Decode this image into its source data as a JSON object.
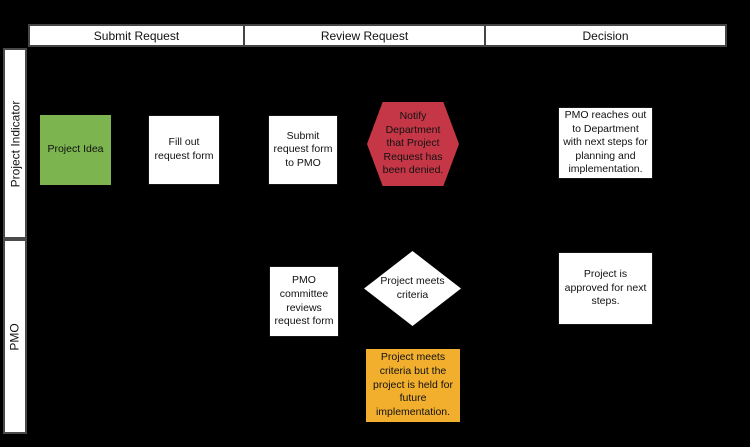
{
  "diagram": {
    "background": "#000000",
    "columns": [
      {
        "label": "Submit Request"
      },
      {
        "label": "Review Request"
      },
      {
        "label": "Decision"
      }
    ],
    "lanes": [
      {
        "label": "Project Indicator"
      },
      {
        "label": "PMO"
      }
    ],
    "nodes": {
      "project_idea": {
        "label": "Project Idea",
        "shape": "rectangle",
        "fill": "#7CB44F",
        "lane": "Project Indicator",
        "column": "Submit Request"
      },
      "fill_out_form": {
        "label": "Fill out request form",
        "shape": "rectangle",
        "fill": "#FFFFFF",
        "lane": "Project Indicator",
        "column": "Submit Request"
      },
      "submit_form": {
        "label": "Submit request form to PMO",
        "shape": "rectangle",
        "fill": "#FFFFFF",
        "lane": "Project Indicator",
        "column": "Review Request"
      },
      "notify_denied": {
        "label": "Notify Department that Project Request has been denied.",
        "shape": "hexagon",
        "fill": "#C53747",
        "lane": "Project Indicator",
        "column": "Review Request"
      },
      "pmo_reaches_out": {
        "label": "PMO reaches out to Department with next steps for planning and implementation.",
        "shape": "rectangle",
        "fill": "#FFFFFF",
        "lane": "Project Indicator",
        "column": "Decision"
      },
      "pmo_committee": {
        "label": "PMO committee reviews request form",
        "shape": "rectangle",
        "fill": "#FFFFFF",
        "lane": "PMO",
        "column": "Review Request"
      },
      "meets_criteria": {
        "label": "Project meets criteria",
        "shape": "diamond",
        "fill": "#FFFFFF",
        "lane": "PMO",
        "column": "Review Request"
      },
      "approved": {
        "label": "Project is approved for next steps.",
        "shape": "rectangle",
        "fill": "#FFFFFF",
        "lane": "PMO",
        "column": "Decision"
      },
      "held_future": {
        "label": "Project meets criteria but the project is held for future implementation.",
        "shape": "rectangle",
        "fill": "#F2AF2E",
        "lane": "PMO",
        "column": "Review Request"
      }
    },
    "colors": {
      "green": "#7CB44F",
      "red": "#C53747",
      "orange": "#F2AF2E",
      "shape_default": "#FFFFFF",
      "background": "#000000"
    }
  }
}
